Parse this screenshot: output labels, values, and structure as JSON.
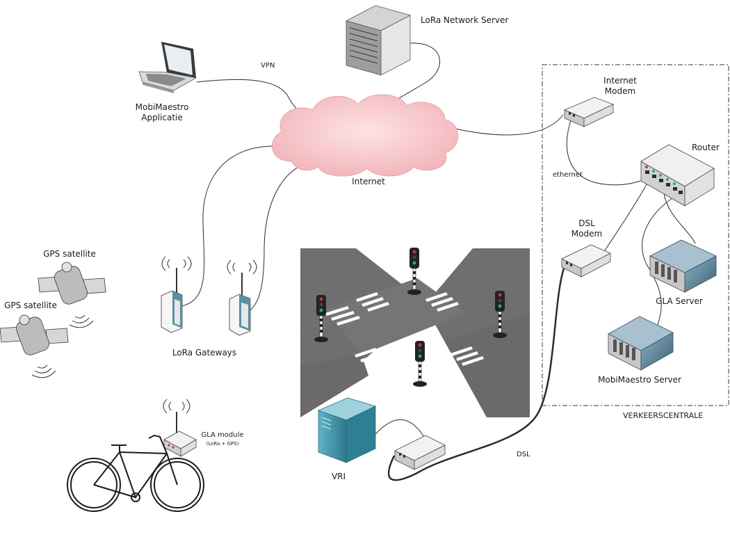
{
  "labels": {
    "lora_network_server": "LoRa Network Server",
    "vpn": "VPN",
    "mobimaestro_app_line1": "MobiMaestro",
    "mobimaestro_app_line2": "Applicatie",
    "internet": "Internet",
    "internet_modem_line1": "Internet",
    "internet_modem_line2": "Modem",
    "router": "Router",
    "ethernet": "ethernet",
    "dsl_modem_line1": "DSL",
    "dsl_modem_line2": "Modem",
    "gla_server": "GLA Server",
    "mobimaestro_server": "MobiMaestro Server",
    "verkeerscentrale": "VERKEERSCENTRALE",
    "gps_satellite_1": "GPS satellite",
    "gps_satellite_2": "GPS satellite",
    "lora_gateways": "LoRa Gateways",
    "gla_module": "GLA module",
    "gla_module_sub": "(LoRa + GPS)",
    "vri": "VRI",
    "dsl": "DSL"
  },
  "colors": {
    "cloud": "#f7c5c8",
    "cloud_edge": "#e7a6ab",
    "road": "#6f6f6f",
    "road_edge": "#555555",
    "server_blue": "#4a7187",
    "vri_cabinet": "#3e92a6",
    "device_face": "#f2f2f2",
    "line": "#2a2a2a"
  },
  "icons": [
    "laptop-icon",
    "tower-server-icon",
    "cloud-icon",
    "modem-icon",
    "router-icon",
    "rack-server-icon",
    "satellite-icon",
    "lora-gateway-icon",
    "traffic-light-icon",
    "bicycle-icon",
    "gla-module-icon",
    "cabinet-icon"
  ]
}
